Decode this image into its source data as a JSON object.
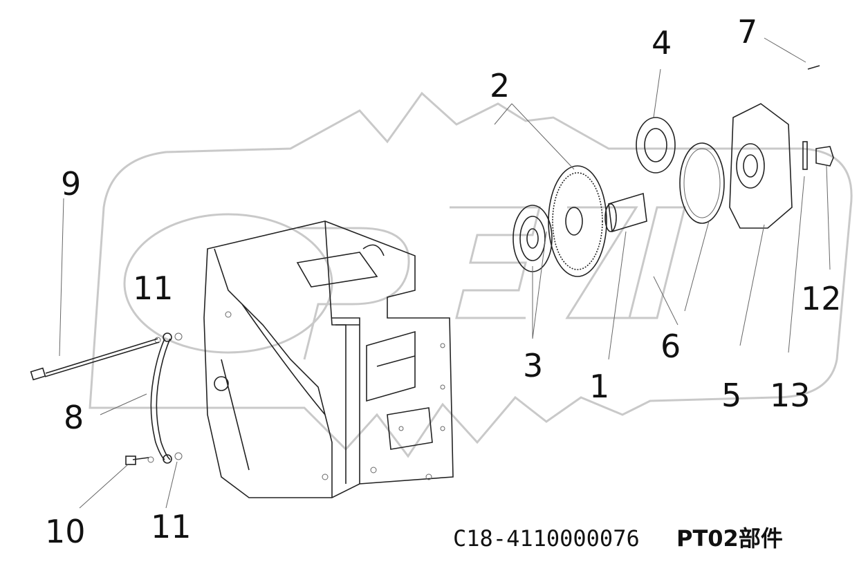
{
  "diagram": {
    "callouts": [
      {
        "id": "1",
        "text": "1"
      },
      {
        "id": "2",
        "text": "2"
      },
      {
        "id": "3",
        "text": "3"
      },
      {
        "id": "4",
        "text": "4"
      },
      {
        "id": "5",
        "text": "5"
      },
      {
        "id": "6",
        "text": "6"
      },
      {
        "id": "7",
        "text": "7"
      },
      {
        "id": "8",
        "text": "8"
      },
      {
        "id": "9",
        "text": "9"
      },
      {
        "id": "10",
        "text": "10"
      },
      {
        "id": "11a",
        "text": "11"
      },
      {
        "id": "11b",
        "text": "11"
      },
      {
        "id": "12",
        "text": "12"
      },
      {
        "id": "13",
        "text": "13"
      }
    ],
    "caption": {
      "part_number": "C18-4110000076",
      "assembly": "PT02部件"
    }
  },
  "colors": {
    "line": "#222222",
    "watermark": "#c9c9c9",
    "text": "#111111"
  }
}
